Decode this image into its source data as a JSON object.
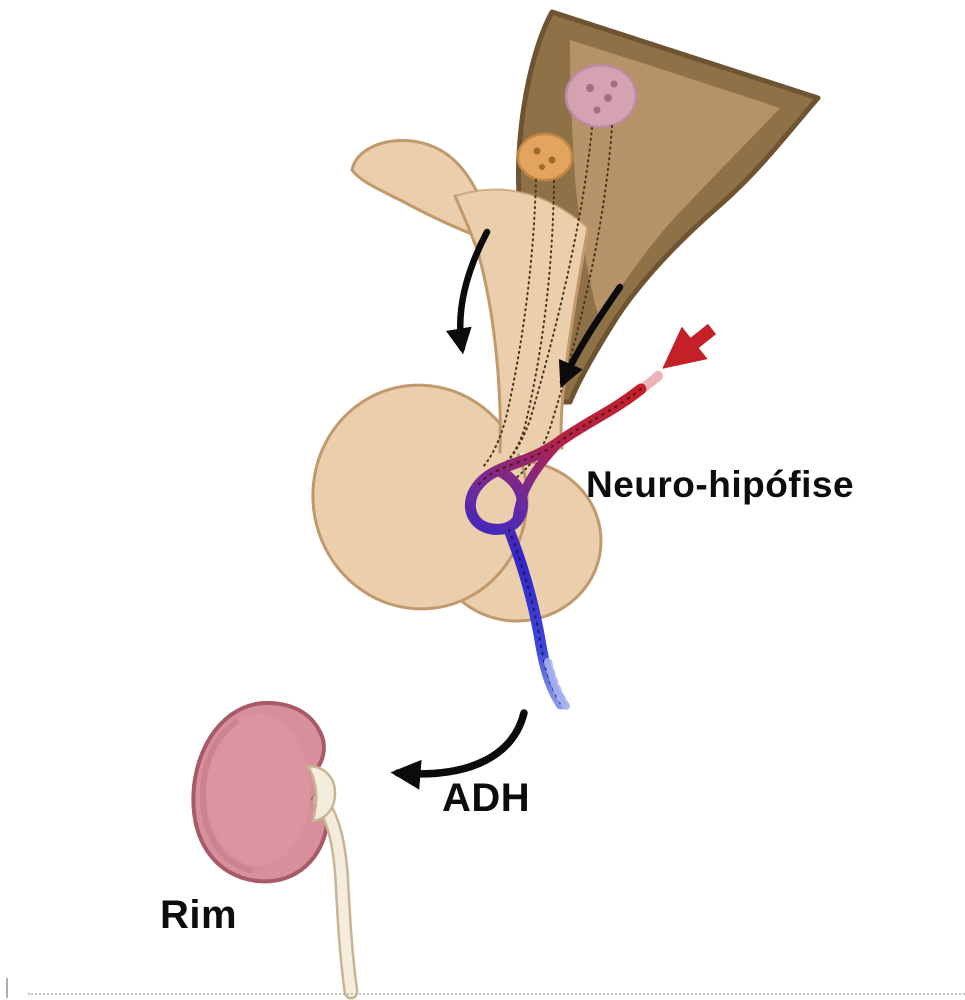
{
  "figure": {
    "labels": {
      "neurohypophysis": "Neuro-hipófise",
      "hormone": "ADH",
      "kidney": "Rim"
    },
    "colors": {
      "hypothalamus_brown": "#8F7148",
      "hypothalamus_inner_brown": "#B69268",
      "pituitary_beige": "#EBCFAC",
      "pituitary_border": "#C1996C",
      "nucleus_pink": "#D5A2B2",
      "nucleus_orange": "#E2A45E",
      "artery_red": "#C32027",
      "vein_blue": "#3326C6",
      "kidney_pink": "#D78F9B",
      "kidney_border": "#A85A68",
      "ureter_cream": "#F4ECDD",
      "arrow_black": "#0B0B0B",
      "background": "#FFFFFF"
    }
  }
}
